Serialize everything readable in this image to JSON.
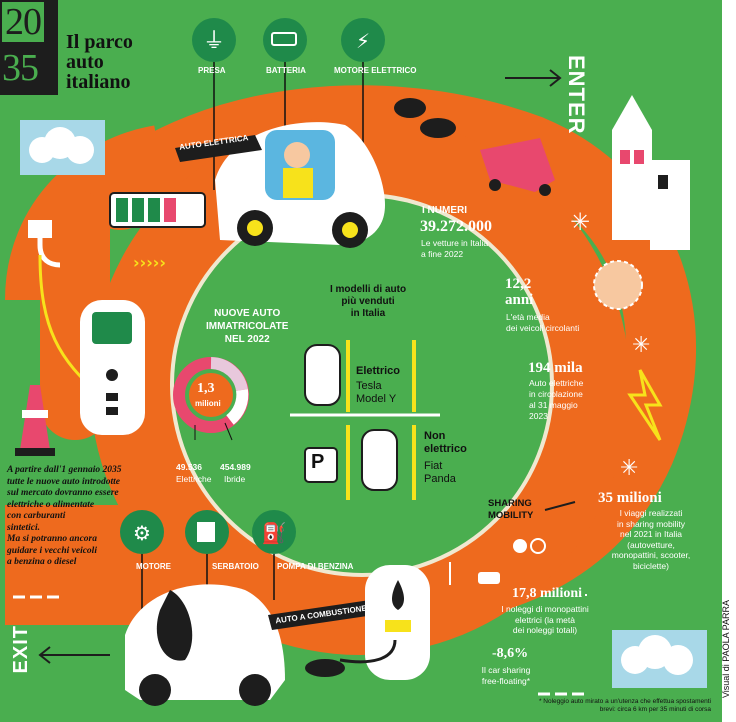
{
  "brand": {
    "year_top": "20",
    "year_bottom": "35",
    "title_lines": [
      "Il parco",
      "auto",
      "italiano"
    ]
  },
  "enter_label": "ENTER",
  "exit_label": "EXIT",
  "electric": {
    "icons": [
      {
        "label": "PRESA",
        "icon": "plug-icon"
      },
      {
        "label": "BATTERIA",
        "icon": "battery-icon"
      },
      {
        "label": "MOTORE ELETTRICO",
        "icon": "electric-motor-icon"
      }
    ],
    "car_tag": "AUTO ELETTRICA"
  },
  "combustion": {
    "icons": [
      {
        "label": "MOTORE",
        "icon": "engine-icon"
      },
      {
        "label": "SERBATOIO",
        "icon": "tank-icon"
      },
      {
        "label": "POMPA DI BENZINA",
        "icon": "fuel-pump-icon"
      }
    ],
    "car_tag": "AUTO A COMBUSTIONE"
  },
  "stats": {
    "numbers_heading": "I NUMERI",
    "vehicles_value": "39.272.000",
    "vehicles_caption": [
      "Le vetture in Italia",
      "a fine 2022"
    ],
    "age_value": [
      "12,2",
      "anni"
    ],
    "age_caption": [
      "L'età media",
      "dei veicoli circolanti"
    ],
    "ev_value": "194 mila",
    "ev_caption": [
      "Auto elettriche",
      "in circolazione",
      "al 31 maggio",
      "2023"
    ]
  },
  "registrations": {
    "heading": [
      "NUOVE AUTO",
      "IMMATRICOLATE",
      "NEL 2022"
    ],
    "total_value": "1,3",
    "total_unit": "milioni",
    "electric_value": "49.536",
    "electric_label": "Elettriche",
    "hybrid_value": "454.989",
    "hybrid_label": "Ibride",
    "ring_colors": {
      "electric": "#e8c8dc",
      "hybrid": "#ffffff",
      "other": "#e8486e"
    }
  },
  "best_sellers": {
    "heading": [
      "I modelli di auto",
      "più venduti",
      "in Italia"
    ],
    "electric": {
      "label": "Elettrico",
      "brand": "Tesla",
      "model": "Model Y"
    },
    "non_electric": {
      "label_lines": [
        "Non",
        "elettrico"
      ],
      "brand": "Fiat",
      "model": "Panda"
    },
    "parking_sign": "P"
  },
  "sharing": {
    "heading": [
      "SHARING",
      "MOBILITY"
    ],
    "trips_value": "35 milioni",
    "trips_caption": [
      "I viaggi realizzati",
      "in sharing mobility",
      "nel 2021 in Italia",
      "(autovetture,",
      "monopattini, scooter,",
      "biciclette)"
    ],
    "scooter_value": "17,8 milioni",
    "scooter_caption": [
      "I noleggi di monopattini",
      "elettrici (la metà",
      "dei noleggi totali)"
    ],
    "carsharing_value": "-8,6%",
    "carsharing_caption": [
      "Il car sharing",
      "free-floating*"
    ],
    "footnote": [
      "* Noleggio auto mirato a un'utenza che effettua spostamenti",
      "brevi: circa 6 km per 35 minuti di corsa"
    ]
  },
  "intro_text": [
    "A partire dall'1 gennaio 2035",
    "tutte le nuove auto introdotte",
    "sul mercato dovranno essere",
    "elettriche o alimentate",
    "con carburanti",
    "sintetici.",
    "Ma si potranno ancora",
    "guidare i vecchi veicoli",
    "a benzina o diesel"
  ],
  "credit": "Visual di PAOLA PARRA",
  "colors": {
    "green": "#4aae4f",
    "orange": "#ee6a1e",
    "dark_green": "#1f8a4a",
    "pink": "#e8486e",
    "yellow": "#f7e21b"
  }
}
